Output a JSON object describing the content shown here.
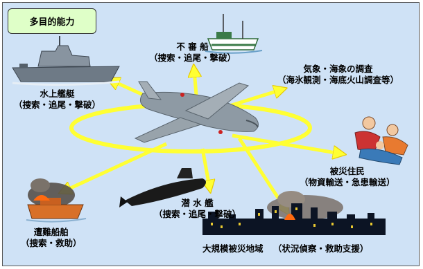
{
  "title": "多目的能力",
  "labels": {
    "unknown_ship": {
      "name": "不 審 船",
      "tasks": "（捜索・追尾・撃破）"
    },
    "surface_ship": {
      "name": "水上艦艇",
      "tasks": "（捜索・追尾・撃破）"
    },
    "weather": {
      "name": "気象・海象の調査",
      "tasks": "（海氷観測・海底火山調査等）"
    },
    "disaster_residents": {
      "name": "被災住民",
      "tasks": "（物資輸送・急患輸送）"
    },
    "submarine": {
      "name": "潜 水 艦",
      "tasks": "（捜索・追尾・撃破）"
    },
    "distressed_vessel": {
      "name": "遭難船舶",
      "tasks": "（捜索・救助）"
    },
    "disaster_area": {
      "name": "大規模被災地域",
      "tasks": "（状況偵察・救助支援）"
    }
  },
  "colors": {
    "background": "#cfe2f6",
    "arrow": "#ffff33",
    "title_box": "#dfffc8"
  },
  "icons": [
    "patrol-aircraft-icon",
    "fishing-boat-icon",
    "warship-icon",
    "rescue-people-icon",
    "submarine-icon",
    "burning-ship-icon",
    "burning-city-icon"
  ]
}
